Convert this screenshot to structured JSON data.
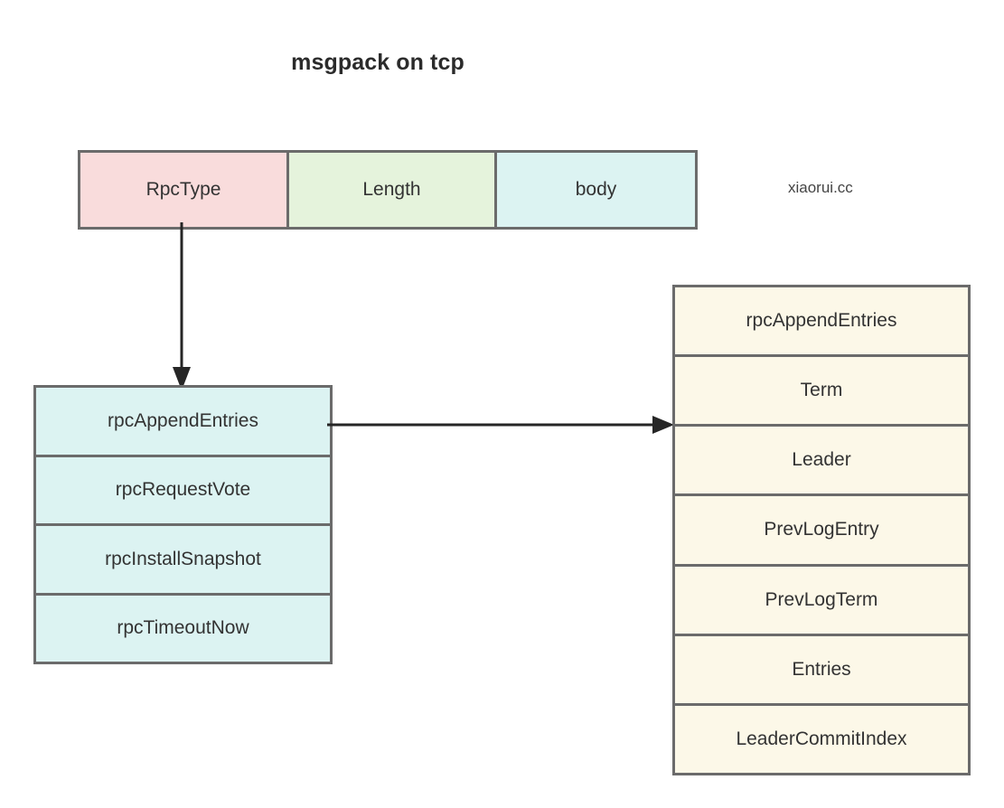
{
  "title": "msgpack on tcp",
  "watermark": "xiaorui.cc",
  "colors": {
    "rpctype_fill": "#f9dcdc",
    "length_fill": "#e5f3dc",
    "body_fill": "#dcf3f2",
    "rpc_list_fill": "#dcf3f2",
    "fields_fill": "#fcf8e8",
    "border": "#6b6b6b",
    "arrow": "#262626",
    "text": "#333333",
    "background": "#ffffff"
  },
  "packet_bar": {
    "cells": [
      {
        "label": "RpcType"
      },
      {
        "label": "Length"
      },
      {
        "label": "body"
      }
    ]
  },
  "rpc_types": {
    "rows": [
      {
        "label": "rpcAppendEntries"
      },
      {
        "label": "rpcRequestVote"
      },
      {
        "label": "rpcInstallSnapshot"
      },
      {
        "label": "rpcTimeoutNow"
      }
    ]
  },
  "append_entries_fields": {
    "rows": [
      {
        "label": "rpcAppendEntries"
      },
      {
        "label": "Term"
      },
      {
        "label": "Leader"
      },
      {
        "label": "PrevLogEntry"
      },
      {
        "label": "PrevLogTerm"
      },
      {
        "label": "Entries"
      },
      {
        "label": "LeaderCommitIndex"
      }
    ]
  },
  "connectors": [
    {
      "name": "rpctype-to-rpc-types",
      "direction": "down"
    },
    {
      "name": "rpc-append-entries-to-fields",
      "direction": "right"
    }
  ]
}
